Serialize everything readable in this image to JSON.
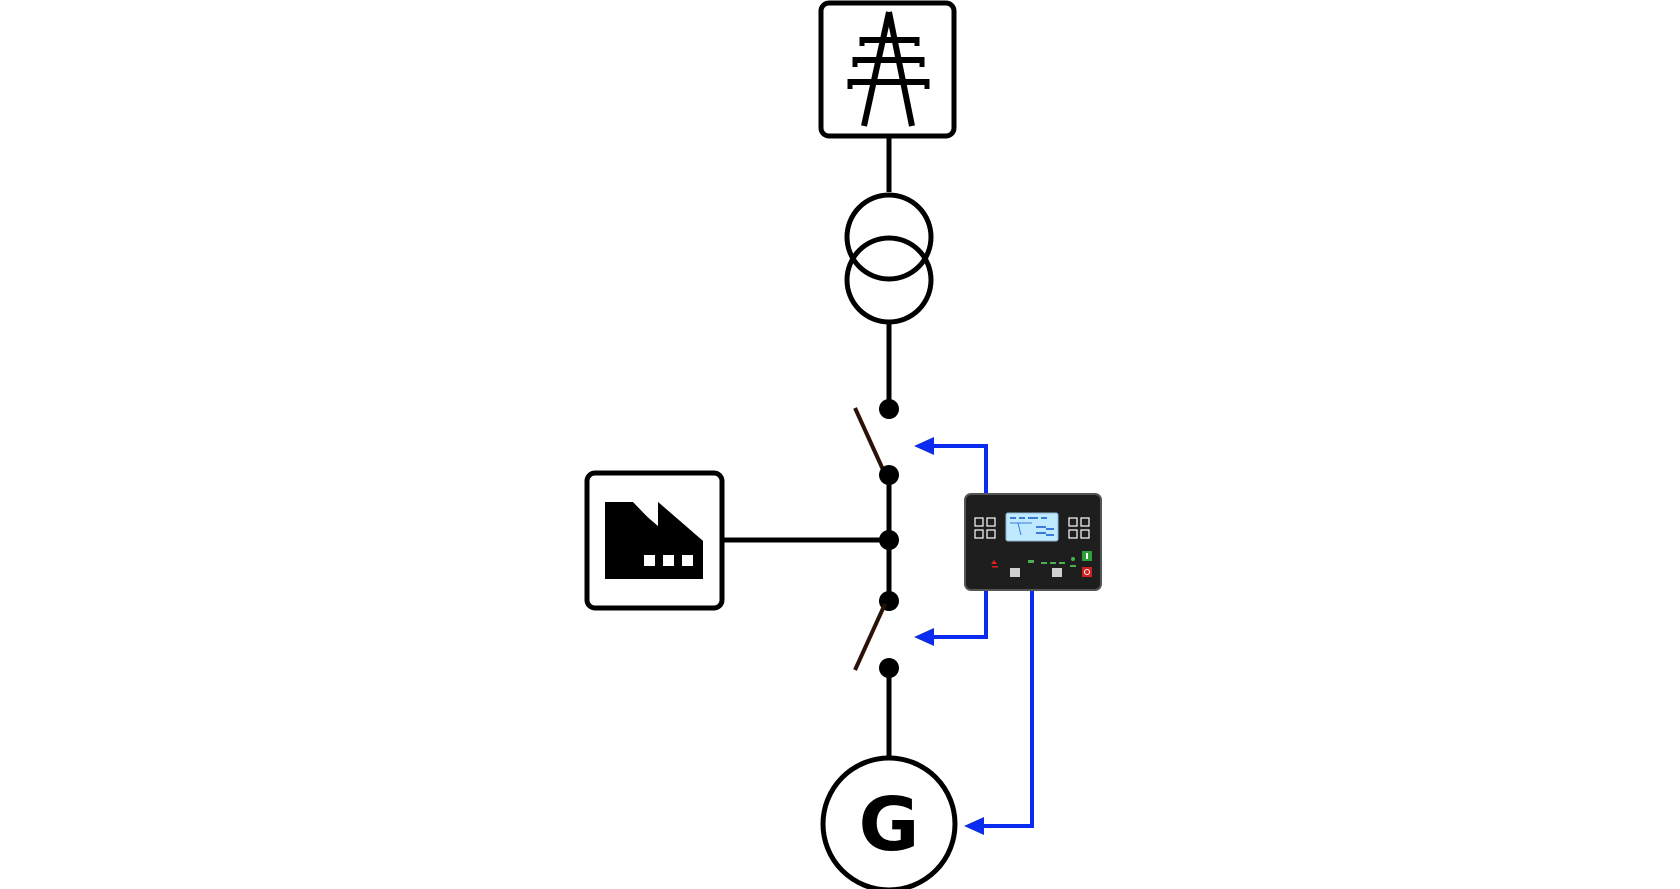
{
  "diagram": {
    "generator_letter": "G",
    "nodes": [
      {
        "id": "grid",
        "icon": "power-pylon-icon"
      },
      {
        "id": "transformer",
        "icon": "transformer-icon"
      },
      {
        "id": "mains-breaker",
        "icon": "open-switch-icon"
      },
      {
        "id": "load",
        "icon": "factory-icon"
      },
      {
        "id": "generator-breaker",
        "icon": "open-switch-icon"
      },
      {
        "id": "generator",
        "icon": "generator-icon"
      },
      {
        "id": "controller",
        "icon": "genset-controller-icon"
      }
    ],
    "control_links": [
      {
        "from": "controller",
        "to": "mains-breaker"
      },
      {
        "from": "controller",
        "to": "generator-breaker"
      },
      {
        "from": "controller",
        "to": "generator"
      }
    ],
    "colors": {
      "line": "#000000",
      "control": "#0a2cf0",
      "controller_body": "#1e1e1e",
      "screen": "#bfe9ff"
    }
  }
}
